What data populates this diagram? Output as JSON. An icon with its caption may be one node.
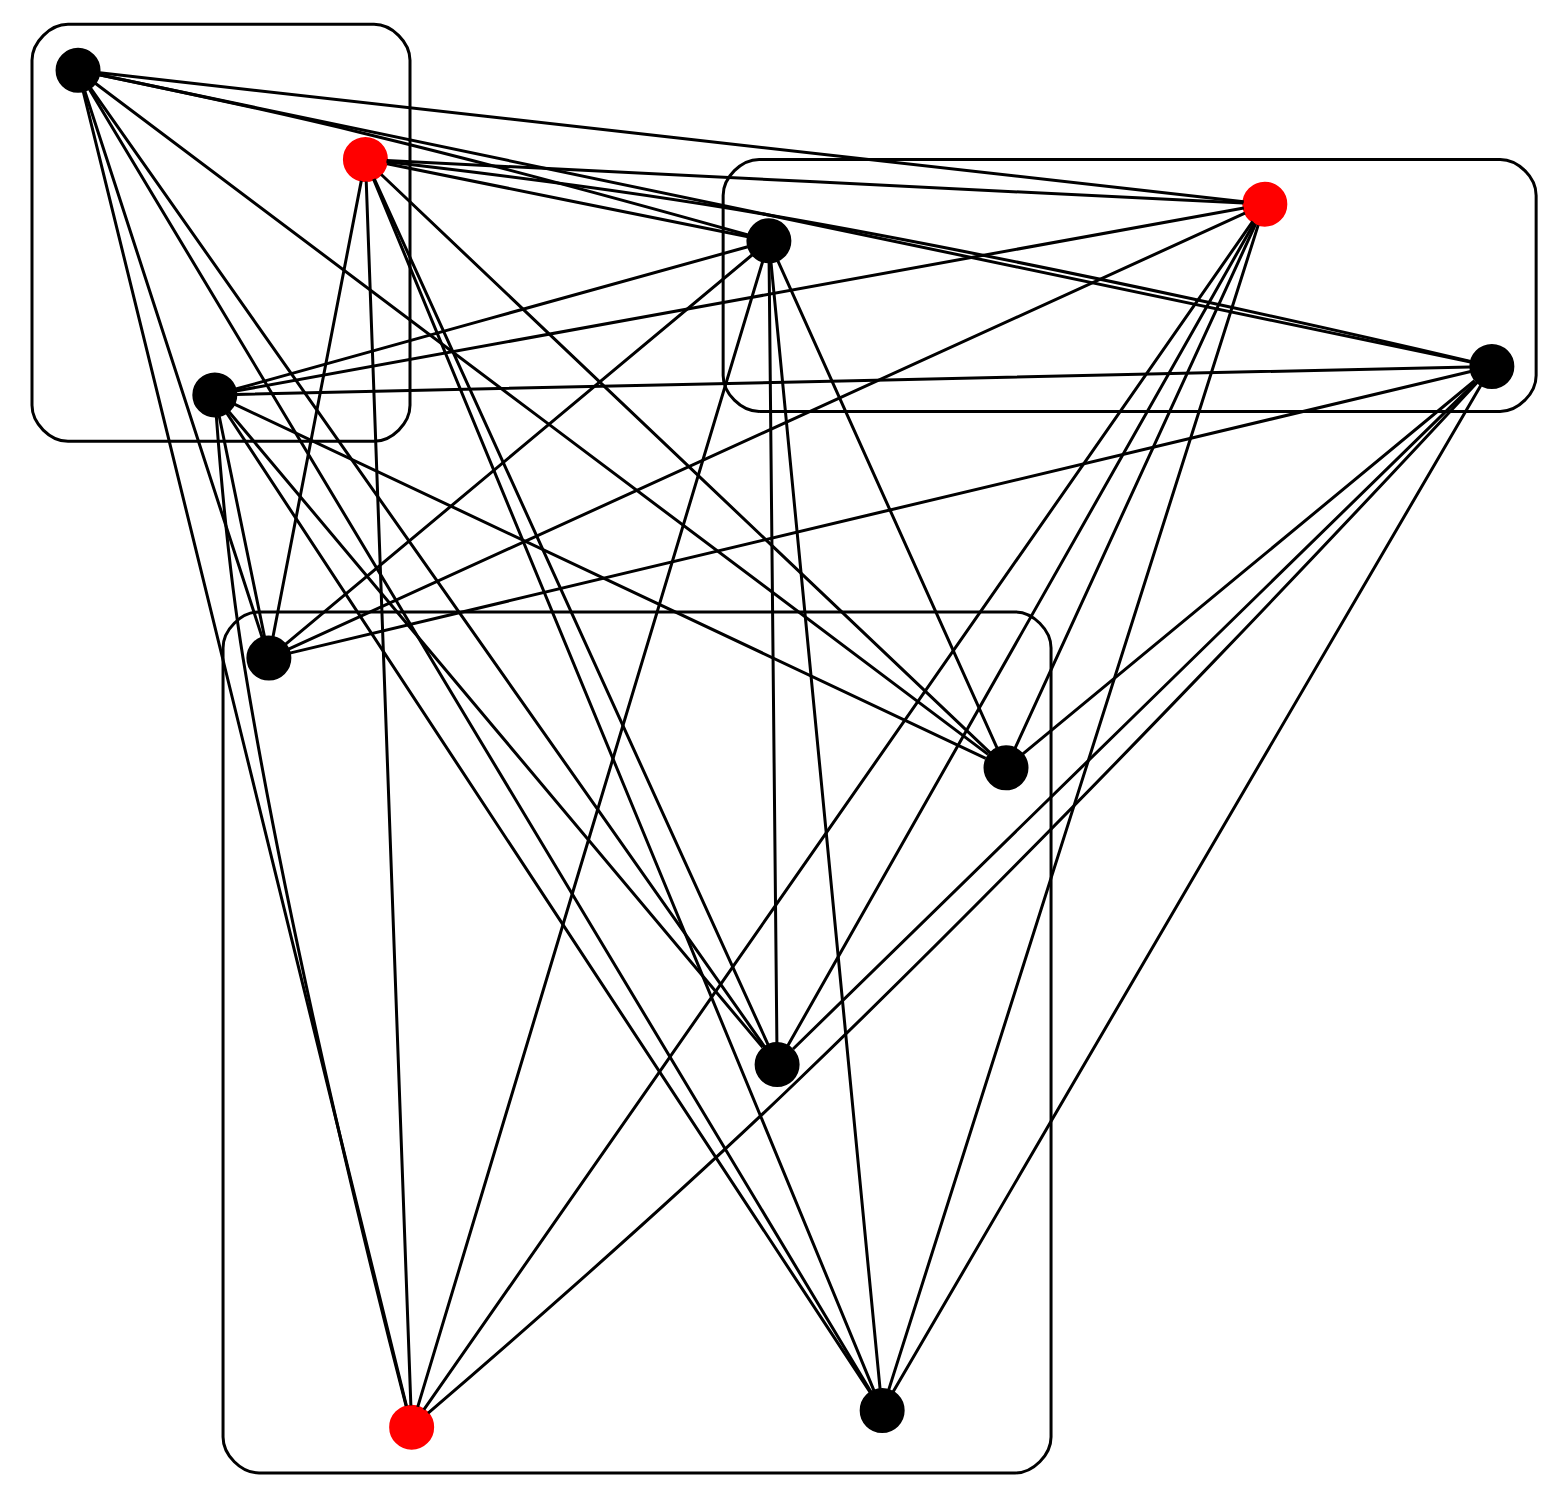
{
  "diagram": {
    "nodes": [
      {
        "text": [],
        "shape": "ellipse"
      },
      {
        "text": [],
        "shape": "circle",
        "in": 0
      },
      {
        "text": [],
        "shape": "circle",
        "in": 0
      },
      {
        "text": [],
        "shape": "circle",
        "in": 0
      },
      {
        "text": [],
        "shape": "ellipse"
      },
      {
        "text": [],
        "shape": "circle",
        "in": 4
      },
      {
        "text": [],
        "shape": "circle",
        "in": 4
      },
      {
        "text": [],
        "shape": "circle",
        "in": 4
      },
      {
        "text": [],
        "shape": "ellipse"
      },
      {
        "text": [],
        "shape": "circle",
        "in": 8
      },
      {
        "text": [],
        "shape": "circle",
        "in": 8
      },
      {
        "text": [],
        "shape": "circle",
        "in": 8
      },
      {
        "text": [],
        "shape": "circle",
        "in": 8
      },
      {
        "text": [],
        "shape": "circle",
        "in": 8
      }
    ],
    "edges": [
      {
        "from": 1,
        "to": 5,
        "arrow": "none"
      },
      {
        "from": 1,
        "to": 6,
        "arrow": "none"
      },
      {
        "from": 1,
        "to": 7,
        "arrow": "none"
      },
      {
        "from": 2,
        "to": 5,
        "arrow": "none"
      },
      {
        "from": 2,
        "to": 6,
        "arrow": "none"
      },
      {
        "from": 2,
        "to": 7,
        "arrow": "none"
      },
      {
        "from": 3,
        "to": 5,
        "arrow": "none"
      },
      {
        "from": 3,
        "to": 6,
        "arrow": "none"
      },
      {
        "from": 3,
        "to": 7,
        "arrow": "none"
      },
      {
        "from": 1,
        "to": 9,
        "arrow": "none"
      },
      {
        "from": 1,
        "to": 10,
        "arrow": "none"
      },
      {
        "from": 1,
        "to": 11,
        "arrow": "none"
      },
      {
        "from": 1,
        "to": 12,
        "arrow": "none"
      },
      {
        "from": 1,
        "to": 13,
        "arrow": "none"
      },
      {
        "from": 2,
        "to": 9,
        "arrow": "none"
      },
      {
        "from": 2,
        "to": 10,
        "arrow": "none"
      },
      {
        "from": 2,
        "to": 11,
        "arrow": "none"
      },
      {
        "from": 2,
        "to": 12,
        "arrow": "none"
      },
      {
        "from": 2,
        "to": 13,
        "arrow": "none"
      },
      {
        "from": 3,
        "to": 9,
        "arrow": "none"
      },
      {
        "from": 3,
        "to": 10,
        "arrow": "none"
      },
      {
        "from": 3,
        "to": 11,
        "arrow": "none"
      },
      {
        "from": 3,
        "to": 12,
        "arrow": "none"
      },
      {
        "from": 3,
        "to": 13,
        "arrow": "none"
      },
      {
        "from": 5,
        "to": 9,
        "arrow": "none"
      },
      {
        "from": 5,
        "to": 10,
        "arrow": "none"
      },
      {
        "from": 5,
        "to": 11,
        "arrow": "none"
      },
      {
        "from": 5,
        "to": 12,
        "arrow": "none"
      },
      {
        "from": 5,
        "to": 13,
        "arrow": "none"
      },
      {
        "from": 6,
        "to": 9,
        "arrow": "none"
      },
      {
        "from": 6,
        "to": 10,
        "arrow": "none"
      },
      {
        "from": 6,
        "to": 11,
        "arrow": "none"
      },
      {
        "from": 6,
        "to": 12,
        "arrow": "none"
      },
      {
        "from": 6,
        "to": 13,
        "arrow": "none"
      },
      {
        "from": 7,
        "to": 9,
        "arrow": "none"
      },
      {
        "from": 7,
        "to": 10,
        "arrow": "none"
      },
      {
        "from": 7,
        "to": 11,
        "arrow": "none"
      },
      {
        "from": 7,
        "to": 12,
        "arrow": "none"
      },
      {
        "from": 7,
        "to": 13,
        "arrow": "none"
      }
    ]
  }
}
